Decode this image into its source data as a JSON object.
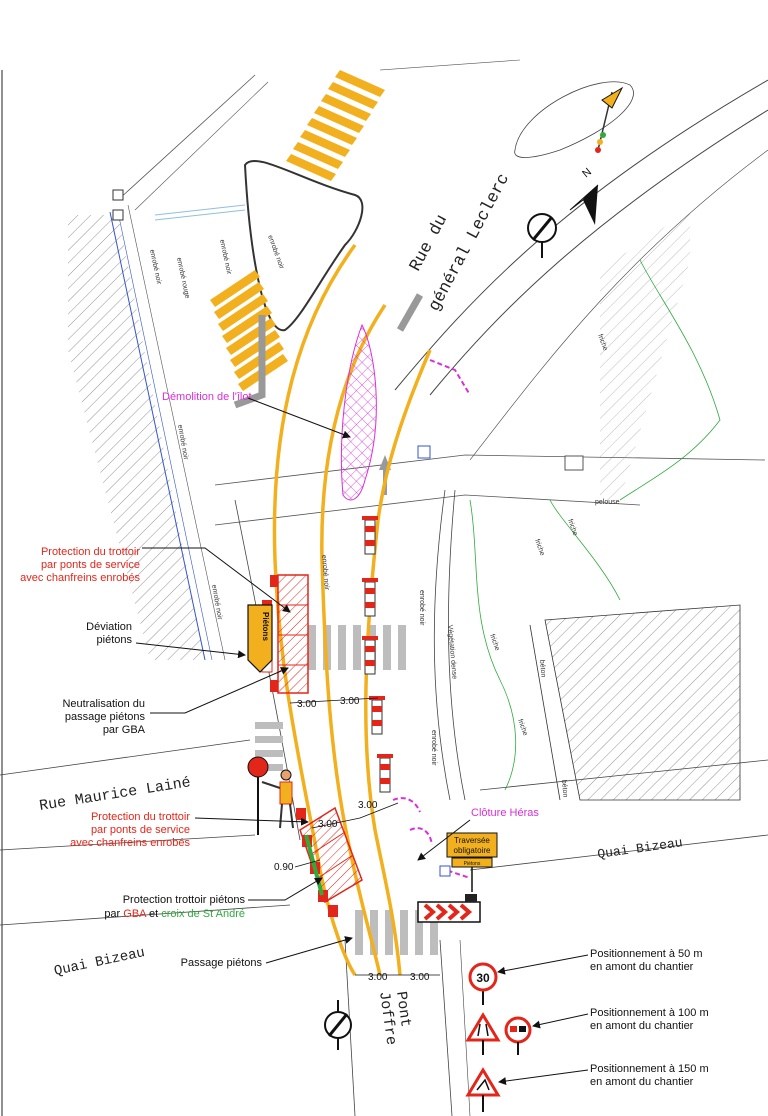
{
  "streets": {
    "general_leclerc_1": "Rue du",
    "general_leclerc_2": "général Leclerc",
    "maurice_laine": "Rue Maurice Lainé",
    "quai_bizeau_left": "Quai Bizeau",
    "quai_bizeau_right": "Quai Bizeau",
    "pont_joffre_1": "Pont",
    "pont_joffre_2": "Joffre"
  },
  "surfaces": {
    "enrobe_noir": "enrobé noir",
    "enrobe_rouge": "enrobé rouge",
    "friche": "friche",
    "pelouse": "pelouse",
    "beton": "béton",
    "vegetation_dense": "Végétation dense"
  },
  "callouts": {
    "demolition": "Démolition de l'îlot",
    "protection_ponts_1": "Protection du trottoir",
    "protection_ponts_2": "par ponts de service",
    "protection_ponts_3": "avec chanfreins enrobés",
    "deviation_1": "Déviation",
    "deviation_2": "piétons",
    "neutralisation_1": "Neutralisation du",
    "neutralisation_2": "passage piétons",
    "neutralisation_3": "par GBA",
    "protection_b_1": "Protection du trottoir",
    "protection_b_2": "par ponts de service",
    "protection_b_3": "avec chanfreins enrobés",
    "protection_gba_1": "Protection trottoir piétons",
    "protection_gba_par": "par",
    "protection_gba_gba": "GBA",
    "protection_gba_et": "et",
    "protection_gba_croix": "croix de St André",
    "passage": "Passage  piétons",
    "cloture": "Clôture Héras",
    "pos50_1": "Positionnement à 50 m",
    "pos50_2": "en amont du chantier",
    "pos100_1": "Positionnement à 100 m",
    "pos100_2": "en amont du chantier",
    "pos150_1": "Positionnement à 150 m",
    "pos150_2": "en amont du chantier"
  },
  "signs": {
    "pietons_arrow": "Piétons",
    "traversee_1": "Traversée",
    "traversee_2": "obligatoire",
    "traversee_3": "Piétons",
    "speed_limit": "30"
  },
  "dimensions": {
    "d1": "3.00",
    "d2": "3.00",
    "d3": "3.00",
    "d4": "3.00",
    "d5": "3.00",
    "d6": "3.00",
    "d7": "0.90"
  },
  "north_label": "N",
  "colors": {
    "lane_yellow": "#f2b01e",
    "callout_red": "#e3261a",
    "callout_magenta": "#d92fd9",
    "callout_green": "#2faa3c",
    "ramp_red": "#e8321c"
  }
}
